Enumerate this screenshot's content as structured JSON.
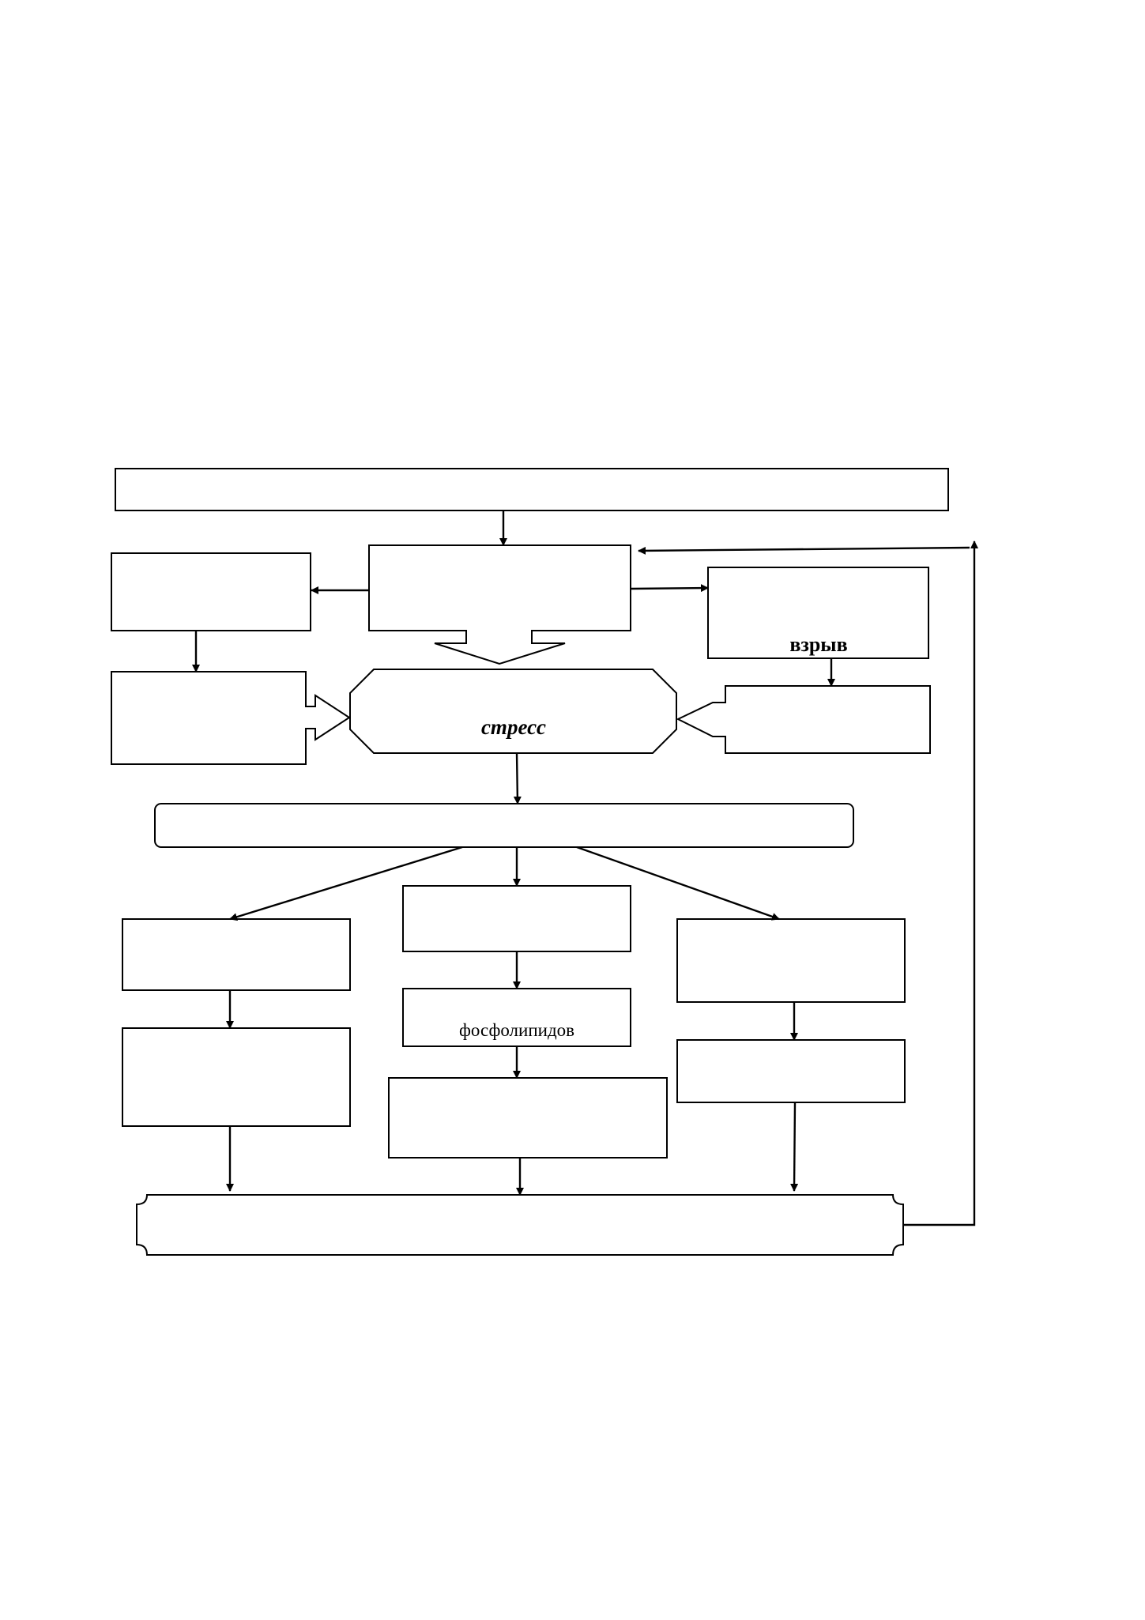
{
  "diagram": {
    "labels": {
      "explosion": "взрыв",
      "stress": "стресс",
      "phospholipids": "фосфолипидов"
    }
  }
}
